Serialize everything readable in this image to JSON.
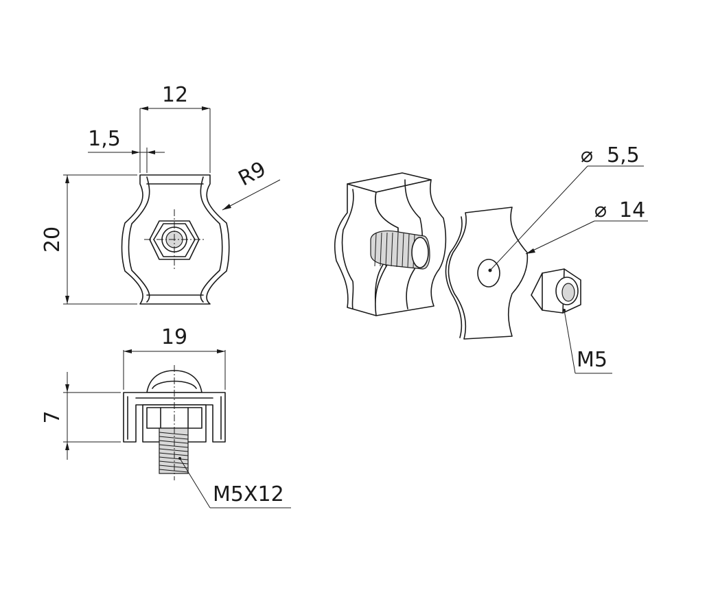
{
  "dimensions": {
    "top_width": "12",
    "plate_thickness": "1,5",
    "radius": "R9",
    "height": "20",
    "base_width": "19",
    "base_height": "7",
    "bolt": "M5X12",
    "hole_diameter": "5,5",
    "outer_diameter": "14",
    "nut": "M5",
    "diameter_symbol": "⌀"
  }
}
